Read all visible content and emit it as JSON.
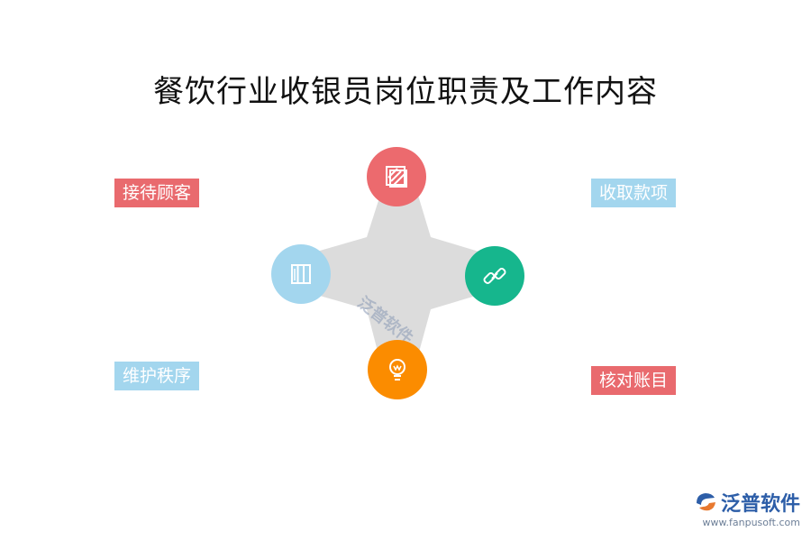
{
  "title": "餐饮行业收银员岗位职责及工作内容",
  "labels": {
    "top_left": "接待顾客",
    "top_right": "收取款项",
    "bottom_left": "维护秩序",
    "bottom_right": "核对账目"
  },
  "nodes": [
    {
      "name": "top-node",
      "color": "#ec6a6e",
      "icon": "striped-square-icon"
    },
    {
      "name": "right-node",
      "color": "#16b68d",
      "icon": "chain-link-icon"
    },
    {
      "name": "bottom-node",
      "color": "#fb8c00",
      "icon": "lightbulb-icon"
    },
    {
      "name": "left-node",
      "color": "#a3d6ee",
      "icon": "book-columns-icon"
    }
  ],
  "colors": {
    "label_red": "#e96a6e",
    "label_blue": "#a3d6ee",
    "star_gray": "#dcdcdc"
  },
  "watermark": "泛普软件",
  "logo": {
    "name": "泛普软件",
    "url": "www.fanpusoft.com"
  }
}
